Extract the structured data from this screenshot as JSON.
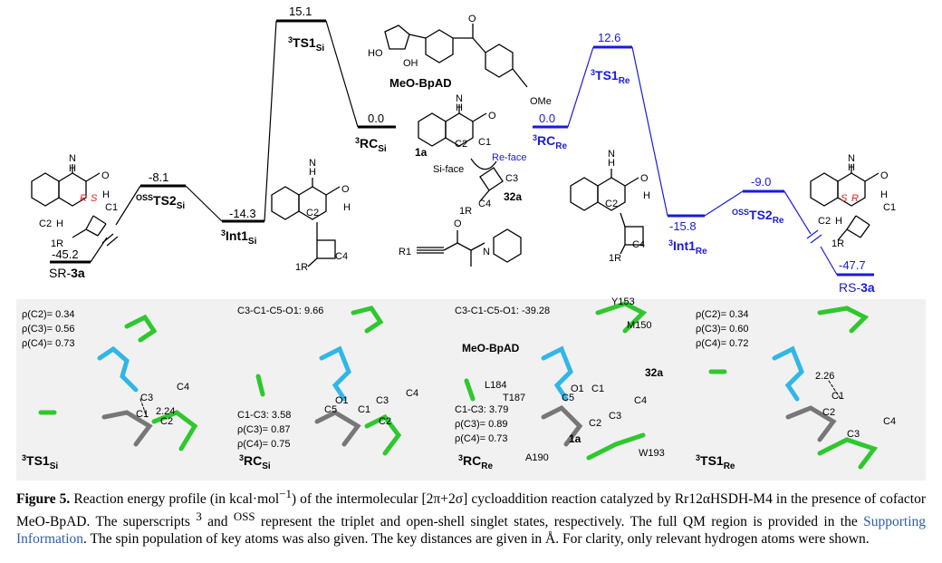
{
  "profile": {
    "si_path": [
      {
        "label": "SR-3a",
        "energy": "-45.2"
      },
      {
        "label": "OSSTS2Si",
        "energy": "-8.1"
      },
      {
        "label": "3Int1Si",
        "energy": "-14.3"
      },
      {
        "label": "3TS1Si",
        "energy": "15.1"
      },
      {
        "label": "3RCSi",
        "energy": "0.0"
      }
    ],
    "re_path": [
      {
        "label": "3RCRe",
        "energy": "0.0"
      },
      {
        "label": "3TS1Re",
        "energy": "12.6"
      },
      {
        "label": "3Int1Re",
        "energy": "-15.8"
      },
      {
        "label": "OSSTS2Re",
        "energy": "-9.0"
      },
      {
        "label": "RS-3a",
        "energy": "-47.7"
      }
    ],
    "colors": {
      "si": "#000000",
      "re": "#1a1adb"
    }
  },
  "structures": {
    "cofactor": "MeO-BpAD",
    "ome": "OMe",
    "ho": "HO",
    "oh": "OH",
    "sub_1a": "1a",
    "sub_3_2a": "32a",
    "si_face": "Si-face",
    "re_face": "Re-face",
    "atoms": {
      "c1": "C1",
      "c2": "C2",
      "c3": "C3",
      "c4": "C4",
      "h": "H",
      "n": "N",
      "o": "O",
      "r1": "1R"
    },
    "stereo": {
      "r": "R",
      "s": "S"
    },
    "alkyne_r1": "R1"
  },
  "panels": [
    {
      "title": "3TS1Si",
      "text": [
        "ρ(C2)= 0.34",
        "ρ(C3)= 0.56",
        "ρ(C4)= 0.73"
      ],
      "dist": "2.24",
      "atoms": [
        "C3",
        "C4",
        "C1",
        "C2"
      ]
    },
    {
      "title": "3RCSi",
      "text": [
        "C3-C1-C5-O1: 9.66",
        "C1-C3: 3.58",
        "ρ(C3)= 0.87",
        "ρ(C4)= 0.75"
      ],
      "atoms": [
        "O1",
        "C1",
        "C5",
        "C3",
        "C4",
        "C2"
      ]
    },
    {
      "title": "3RCRe",
      "text": [
        "C3-C1-C5-O1: -39.28",
        "MeO-BpAD",
        "C1-C3: 3.79",
        "ρ(C3)= 0.89",
        "ρ(C4)= 0.73"
      ],
      "residues": [
        "Y153",
        "M150",
        "L184",
        "T187",
        "A190",
        "W193"
      ],
      "atoms": [
        "O1",
        "C5",
        "C1",
        "C2",
        "C3",
        "C4",
        "32a",
        "1a"
      ]
    },
    {
      "title": "3TS1Re",
      "text": [
        "ρ(C2)= 0.34",
        "ρ(C3)= 0.60",
        "ρ(C4)= 0.72"
      ],
      "dist": "2.26",
      "atoms": [
        "C1",
        "C2",
        "C3",
        "C4"
      ]
    }
  ],
  "caption": {
    "figure_label": "Figure 5.",
    "part1": " Reaction energy profile (in kcal·mol",
    "sup1": "−1",
    "part2": ") of the intermolecular [2π+2σ] cycloaddition reaction catalyzed by Rr12αHSDH-M4 in the presence of cofactor MeO-BpAD. The superscripts ",
    "sup2": "3",
    "part3": " and ",
    "sup3": "OSS",
    "part4": " represent the triplet and open-shell singlet states, respectively. The full QM region is provided in the ",
    "link": "Supporting Information",
    "part5": ". The spin population of key atoms was also given. The key distances are given in Å. For clarity, only relevant hydrogen atoms were shown."
  }
}
